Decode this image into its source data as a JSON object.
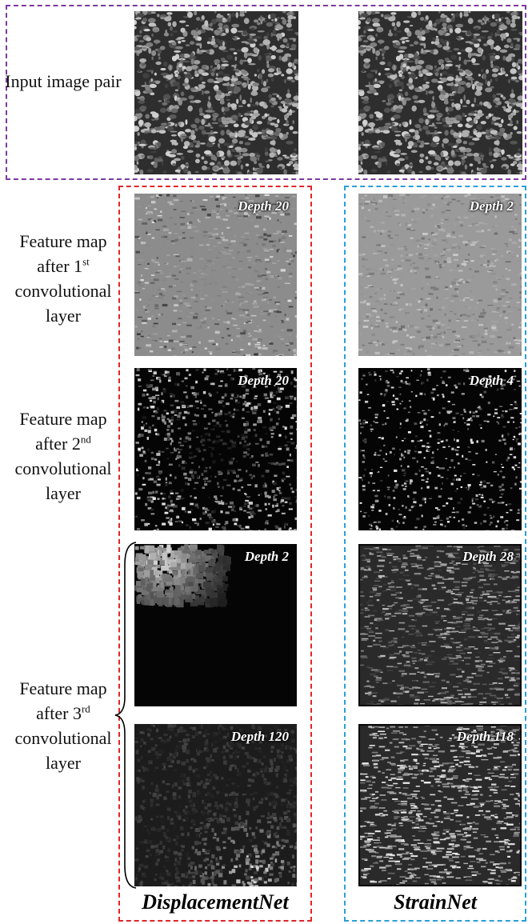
{
  "row_labels": {
    "input": "Input image pair",
    "layer1": {
      "line1": "Feature map",
      "line2_prefix": "after 1",
      "line2_sup": "st",
      "line3": "convolutional",
      "line4": "layer"
    },
    "layer2": {
      "line1": "Feature map",
      "line2_prefix": "after 2",
      "line2_sup": "nd",
      "line3": "convolutional",
      "line4": "layer"
    },
    "layer3": {
      "line1": "Feature map",
      "line2_prefix": "after 3",
      "line2_sup": "rd",
      "line3": "convolutional",
      "line4": "layer"
    }
  },
  "displacement_net": {
    "label": "DisplacementNet",
    "depths": [
      "Depth 20",
      "Depth 20",
      "Depth 2",
      "Depth 120"
    ]
  },
  "strain_net": {
    "label": "StrainNet",
    "depths": [
      "Depth 2",
      "Depth 4",
      "Depth 28",
      "Depth 118"
    ]
  },
  "colors": {
    "input_box": "#7b3aa1",
    "displacement_box": "#e0262a",
    "strain_box": "#2a9fd8"
  }
}
